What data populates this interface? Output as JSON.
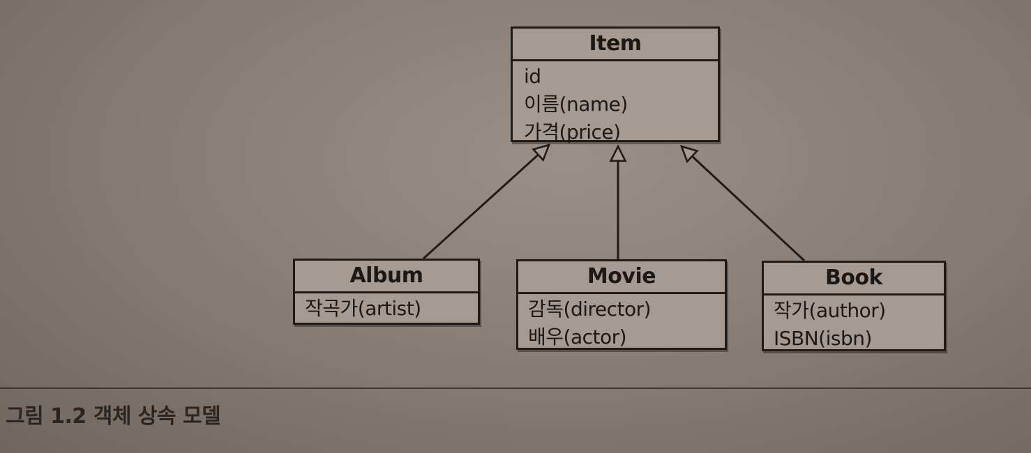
{
  "classes": {
    "item": {
      "name": "Item",
      "attributes": [
        "id",
        "이름(name)",
        "가격(price)"
      ]
    },
    "album": {
      "name": "Album",
      "attributes": [
        "작곡가(artist)"
      ]
    },
    "movie": {
      "name": "Movie",
      "attributes": [
        "감독(director)",
        "배우(actor)"
      ]
    },
    "book": {
      "name": "Book",
      "attributes": [
        "작가(author)",
        "ISBN(isbn)"
      ]
    }
  },
  "caption": "그림 1.2 객체 상속 모델",
  "colors": {
    "ink": "#1f1b19",
    "paper": "#8f857d"
  }
}
